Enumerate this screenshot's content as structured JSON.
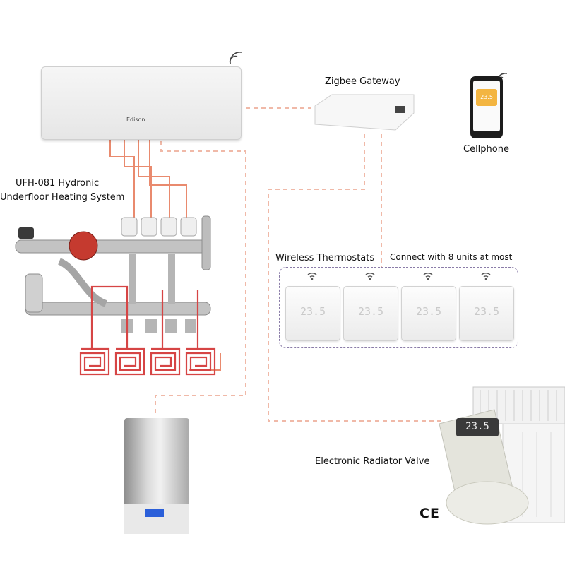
{
  "labels": {
    "zigbee_gateway": "Zigbee Gateway",
    "cellphone": "Cellphone",
    "ufh_line1": "UFH-081 Hydronic",
    "ufh_line2": "Underfloor Heating System",
    "wireless_thermostats": "Wireless Thermostats",
    "connect_note": "Connect with 8 units at most",
    "radiator_valve": "Electronic Radiator Valve",
    "ce_mark": "CE"
  },
  "controller": {
    "brand": "Edison"
  },
  "phone": {
    "tile_value": "23.5"
  },
  "thermostats": [
    {
      "display": "23.5"
    },
    {
      "display": "23.5"
    },
    {
      "display": "23.5"
    },
    {
      "display": "23.5"
    }
  ],
  "valve": {
    "display": "23.5"
  },
  "colors": {
    "wire_dashed": "#f0b9a8",
    "wire_solid": "#e98a6e",
    "pipe_red": "#d64545",
    "frame_dashed": "#8a7ca8"
  }
}
